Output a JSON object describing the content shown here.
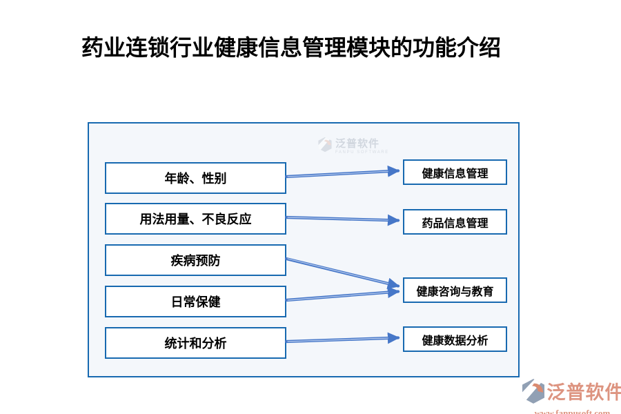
{
  "page": {
    "title": "药业连锁行业健康信息管理模块的功能介绍"
  },
  "diagram": {
    "left_boxes": [
      {
        "label": "年龄、性别"
      },
      {
        "label": "用法用量、不良反应"
      },
      {
        "label": "疾病预防"
      },
      {
        "label": "日常保健"
      },
      {
        "label": "统计和分析"
      }
    ],
    "right_boxes": [
      {
        "label": "健康信息管理"
      },
      {
        "label": "药品信息管理"
      },
      {
        "label": "健康咨询与教育"
      },
      {
        "label": "健康数据分析"
      }
    ],
    "connections": [
      {
        "from": 0,
        "to": 0
      },
      {
        "from": 1,
        "to": 1
      },
      {
        "from": 2,
        "to": 2
      },
      {
        "from": 3,
        "to": 2
      },
      {
        "from": 4,
        "to": 3
      }
    ]
  },
  "watermark": {
    "brand": "泛普软件",
    "subtitle": "FANPU SOFTWARE"
  },
  "footer_logo": {
    "brand": "泛普软件",
    "url": "www.fanpusoft.com"
  },
  "colors": {
    "panel_border": "#1769b0",
    "box_border": "#1769b0",
    "panel_background": "#f4f7fb",
    "arrow": "#4677c8",
    "arrow_highlight": "#aec4ea",
    "brand_salmon": "#dd9480",
    "brand_gray": "#91a0b4",
    "title_text": "#000000"
  }
}
